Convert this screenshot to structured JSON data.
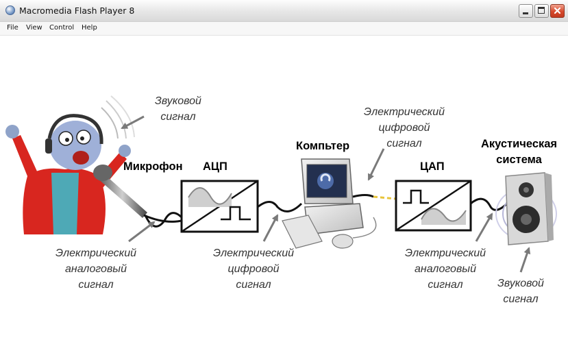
{
  "window": {
    "title": "Macromedia Flash Player 8"
  },
  "menu": [
    "File",
    "View",
    "Control",
    "Help"
  ],
  "icons": {
    "app": "flash-player-icon",
    "minimize": "minimize-icon",
    "maximize": "maximize-icon",
    "close": "close-icon"
  },
  "diagram": {
    "sound_top": [
      "Звуковой",
      "сигнал"
    ],
    "microphone": "Микрофон",
    "adc": "АЦП",
    "computer": "Компьтер",
    "digital_top": [
      "Электрический",
      "цифровой",
      "сигнал"
    ],
    "speakers": [
      "Акустическая",
      "система"
    ],
    "dac": "ЦАП",
    "analog_left": [
      "Электрический",
      "аналоговый",
      "сигнал"
    ],
    "digital_bottom": [
      "Электрический",
      "цифровой",
      "сигнал"
    ],
    "analog_right": [
      "Электрический",
      "аналоговый",
      "сигнал"
    ],
    "sound_bottom": [
      "Звуковой",
      "сигнал"
    ]
  }
}
